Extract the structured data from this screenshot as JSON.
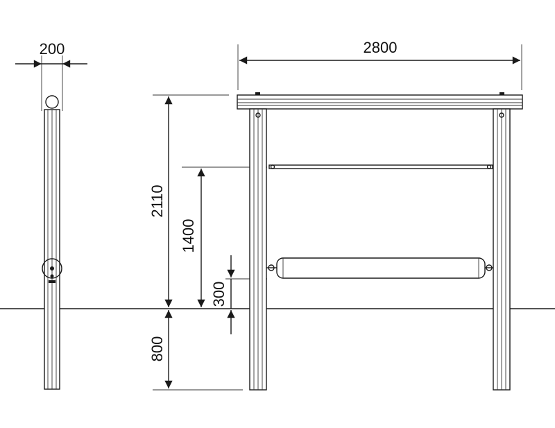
{
  "dimensions": {
    "width_side": "200",
    "width_front": "2800",
    "total_height": "2110",
    "bar_height": "1400",
    "roller_height": "300",
    "post_depth": "800"
  }
}
